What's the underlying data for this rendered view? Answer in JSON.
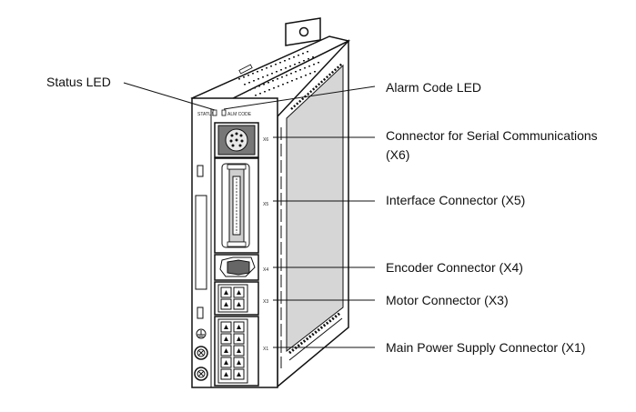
{
  "callouts": {
    "status_led": "Status LED",
    "alarm_code_led": "Alarm Code LED",
    "serial_connector_line1": "Connector for Serial Communications",
    "serial_connector_line2": "(X6)",
    "interface_connector": "Interface Connector (X5)",
    "encoder_connector": "Encoder Connector (X4)",
    "motor_connector": "Motor Connector (X3)",
    "main_power_connector": "Main Power Supply Connector (X1)"
  },
  "panel_labels": {
    "status": "STATUS",
    "alm_code": "ALM CODE",
    "x6": "X6",
    "x5": "X5",
    "x4": "X4",
    "x3": "X3",
    "x1": "X1"
  }
}
